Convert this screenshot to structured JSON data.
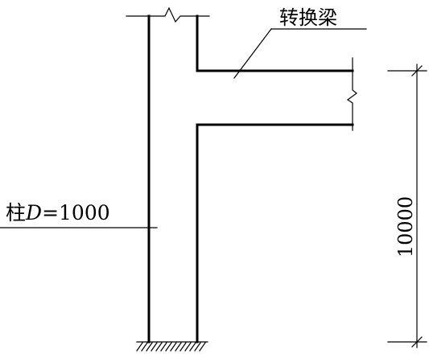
{
  "labels": {
    "beam": "转换梁",
    "column_prefix": "柱",
    "column_symbol": "D",
    "column_value": "=1000",
    "dimension": "10000"
  },
  "colors": {
    "line": "#000000",
    "background": "#ffffff"
  }
}
